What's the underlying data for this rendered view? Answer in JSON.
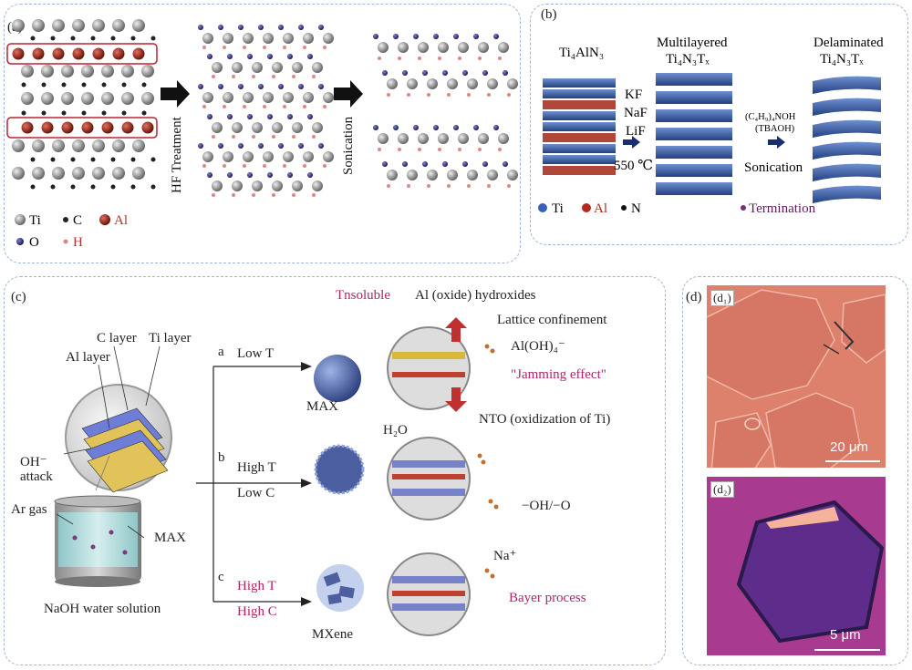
{
  "panel_a": {
    "label": "(a)",
    "step1": "HF Treatment",
    "step2": "Sonication",
    "legend": [
      "Ti",
      "C",
      "Al",
      "O",
      "H"
    ]
  },
  "panel_b": {
    "label": "(b)",
    "col1": "Ti₄AlN₃",
    "col2_line1": "Multilayered",
    "col2_line2": "Ti₄N₃Tₓ",
    "col3_line1": "Delaminated",
    "col3_line2": "Ti₄N₃Tₓ",
    "reagents": [
      "KF",
      "NaF",
      "LiF"
    ],
    "temp": "550 ℃",
    "reagent2_line1": "(C₄H₉)₄NOH",
    "reagent2_line2": "(TBAOH)",
    "step": "Sonication",
    "legend": [
      "Ti",
      "Al",
      "N"
    ],
    "termination": "Termination"
  },
  "panel_c": {
    "label": "(c)",
    "title_insoluble": "Tnsoluble",
    "title_rest": "Al (oxide) hydroxides",
    "lattice": "Lattice confinement",
    "aloh": "Al(OH)₄⁻",
    "jamming": "\"Jamming effect\"",
    "c_layer": "C layer",
    "ti_layer": "Ti layer",
    "al_layer": "Al layer",
    "oh_attack_1": "OH⁻",
    "oh_attack_2": "attack",
    "ar_gas": "Ar gas",
    "max_side": "MAX",
    "naoh": "NaOH water solution",
    "route_a": "a",
    "route_a_cond": "Low T",
    "route_b": "b",
    "route_b_cond1": "High T",
    "route_b_cond2": "Low C",
    "route_c": "c",
    "route_c_cond1": "High T",
    "route_c_cond2": "High C",
    "max_label": "MAX",
    "h2o": "H₂O",
    "nto": "NTO (oxidization of Ti)",
    "ohO": "−OH/−O",
    "na": "Na⁺",
    "bayer": "Bayer process",
    "mxene": "MXene"
  },
  "panel_d": {
    "label": "(d)",
    "d1": "(d₁)",
    "d1_scale": "20 μm",
    "d2": "(d₂)",
    "d2_scale": "5 μm"
  }
}
